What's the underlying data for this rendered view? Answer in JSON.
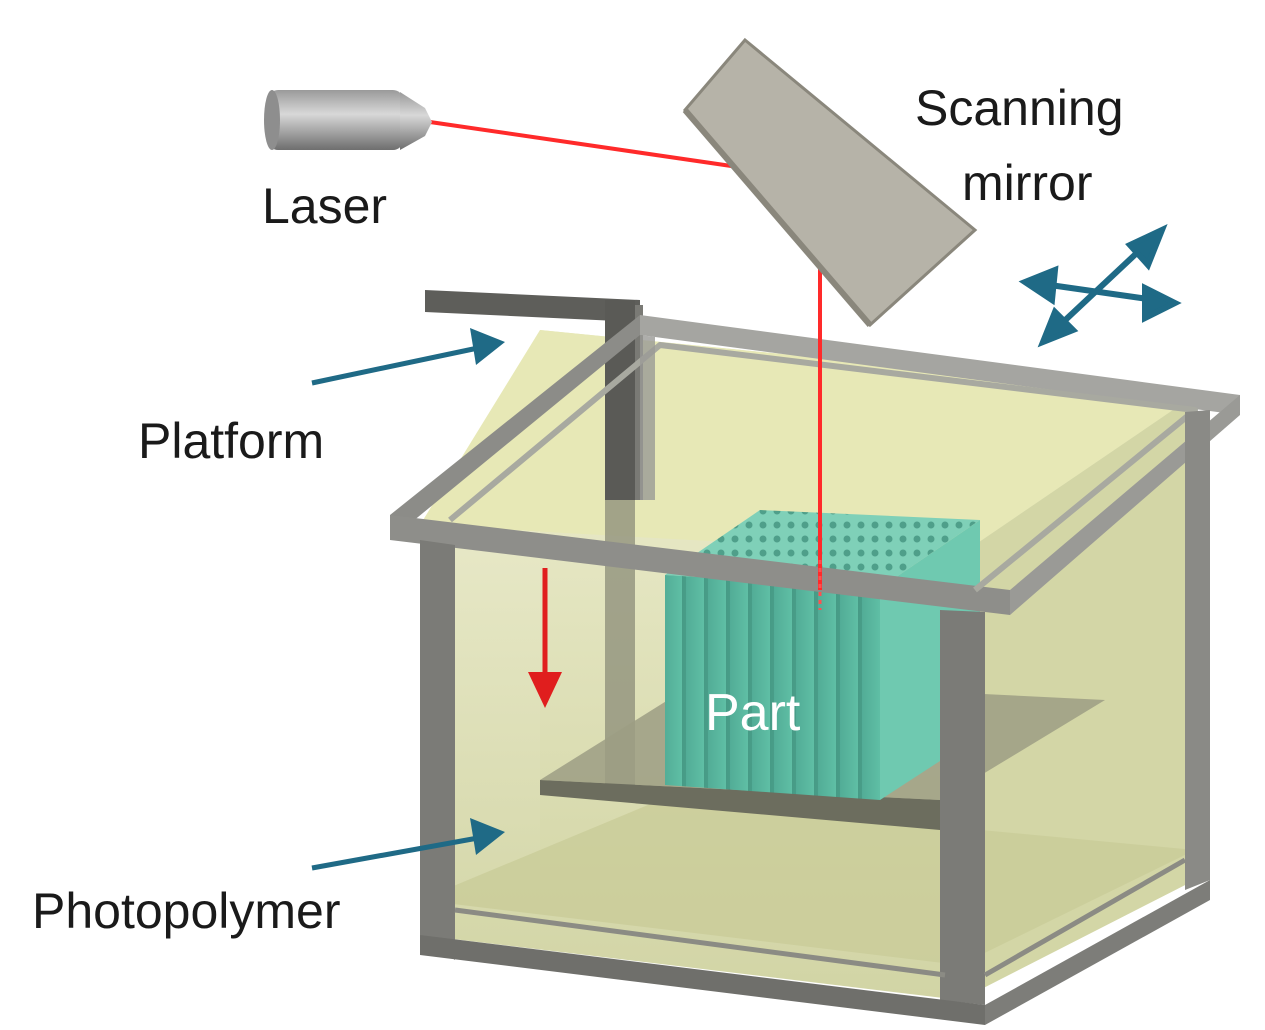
{
  "labels": {
    "laser": "Laser",
    "scanning_mirror_line1": "Scanning",
    "scanning_mirror_line2": "mirror",
    "platform": "Platform",
    "part": "Part",
    "photopolymer": "Photopolymer"
  },
  "colors": {
    "laser_beam": "#ff2a2a",
    "arrow_teal": "#1f6a86",
    "resin": "#d9dcae",
    "tank_frame": "#8a8a86",
    "part": "#5fbfa5",
    "mirror": "#b5b2a6",
    "platform": "#6b6b66",
    "down_arrow": "#e01e1e"
  },
  "icons": {
    "mirror_motion": "four-way-arrows-icon",
    "platform_motion": "arrow-down-icon"
  }
}
